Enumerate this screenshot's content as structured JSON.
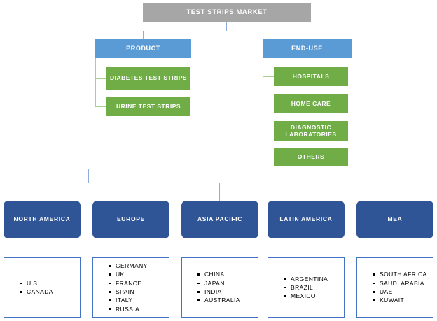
{
  "diagram": {
    "root": {
      "label": "TEST STRIPS MARKET"
    },
    "segments": [
      {
        "label": "PRODUCT",
        "children": [
          {
            "label": "DIABETES TEST STRIPS"
          },
          {
            "label": "URINE TEST STRIPS"
          }
        ]
      },
      {
        "label": "END-USE",
        "children": [
          {
            "label": "HOSPITALS"
          },
          {
            "label": "HOME CARE"
          },
          {
            "label": "DIAGNOSTIC LABORATORIES"
          },
          {
            "label": "OTHERS"
          }
        ]
      }
    ],
    "regions": [
      {
        "label": "NORTH AMERICA",
        "countries": [
          "U.S.",
          "CANADA"
        ]
      },
      {
        "label": "EUROPE",
        "countries": [
          "GERMANY",
          "UK",
          "FRANCE",
          "SPAIN",
          "ITALY",
          "RUSSIA"
        ]
      },
      {
        "label": "ASIA PACIFIC",
        "countries": [
          "CHINA",
          "JAPAN",
          "INDIA",
          "AUSTRALIA"
        ]
      },
      {
        "label": "LATIN AMERICA",
        "countries": [
          "ARGENTINA",
          "BRAZIL",
          "MEXICO"
        ]
      },
      {
        "label": "MEA",
        "countries": [
          "SOUTH AFRICA",
          "SAUDI ARABIA",
          "UAE",
          "KUWAIT"
        ]
      }
    ],
    "colors": {
      "root": "#a6a6a6",
      "segment": "#5b9bd5",
      "leaf": "#70ad47",
      "region": "#2f5597",
      "connector_blue": "#8faadc",
      "connector_green": "#a9d18e",
      "panel_border": "#4472c4"
    }
  }
}
